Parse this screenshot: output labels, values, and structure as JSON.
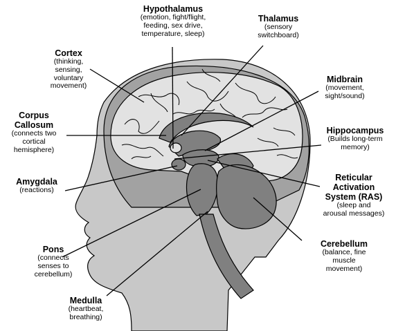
{
  "labels": {
    "hypothalamus": {
      "title": "Hypothalamus",
      "desc": [
        "(emotion, fight/flight,",
        "feeding, sex drive,",
        "temperature, sleep)"
      ]
    },
    "thalamus": {
      "title": "Thalamus",
      "desc": [
        "(sensory",
        "switchboard)"
      ]
    },
    "cortex": {
      "title": "Cortex",
      "desc": [
        "(thinking,",
        "sensing,",
        "voluntary",
        "movement)"
      ]
    },
    "midbrain": {
      "title": "Midbrain",
      "desc": [
        "(movement,",
        "sight/sound)"
      ]
    },
    "corpus_callosum": {
      "title": [
        "Corpus",
        "Callosum"
      ],
      "desc": [
        "(connects two",
        "cortical",
        "hemisphere)"
      ]
    },
    "hippocampus": {
      "title": "Hippocampus",
      "desc": [
        "(Builds long-term",
        "memory)"
      ]
    },
    "amygdala": {
      "title": "Amygdala",
      "desc": [
        "(reactions)"
      ]
    },
    "ras": {
      "title": [
        "Reticular",
        "Activation",
        "System (RAS)"
      ],
      "desc": [
        "(sleep and",
        "arousal messages)"
      ]
    },
    "pons": {
      "title": "Pons",
      "desc": [
        "(connects",
        "senses to",
        "cerebellum)"
      ]
    },
    "cerebellum": {
      "title": "Cerebellum",
      "desc": [
        "(balance, fine",
        "muscle",
        "movement)"
      ]
    },
    "medulla": {
      "title": "Medulla",
      "desc": [
        "(heartbeat,",
        "breathing)"
      ]
    }
  },
  "colors": {
    "head": "#c8c8c8",
    "skull": "#a2a2a2",
    "brain": "#e2e2e2",
    "deep": "#808080",
    "line": "#000000"
  }
}
